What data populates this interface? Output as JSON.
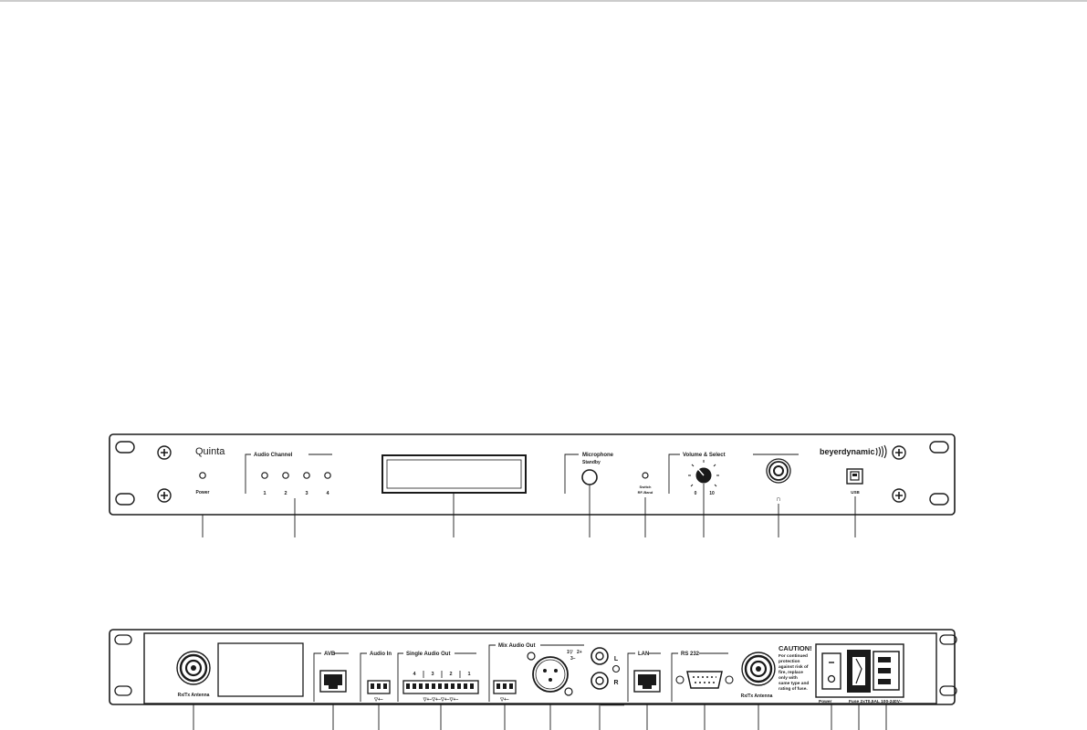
{
  "front_panel": {
    "brand_name": "Quinta",
    "power_label": "Power",
    "audio_channel_title": "Audio Channel",
    "channel_numbers": [
      "1",
      "2",
      "3",
      "4"
    ],
    "microphone_title": "Microphone",
    "microphone_subtitle": "Standby",
    "switch_label": "Switch",
    "rf_band_label": "RF-Band",
    "volume_select_title": "Volume & Select",
    "knob_min": "0",
    "knob_max": "10",
    "headphone_symbol": "∩",
    "logo_text": "beyerdynamic",
    "usb_label": "USB"
  },
  "rear_panel": {
    "left_antenna_label": "Rx/Tx Antenna",
    "right_antenna_label": "Rx/Tx Antenna",
    "avb_label": "AVB",
    "audio_in_label": "Audio In",
    "audio_in_polarity": "▽+−",
    "single_audio_out_label": "Single Audio Out",
    "single_out_channels": [
      "4",
      "3",
      "2",
      "1"
    ],
    "single_out_polarity": "▽+−▽+−▽+−▽+−",
    "mix_audio_out_label": "Mix Audio Out",
    "mix_out_polarity": "▽+−",
    "xlr_pin_labels": [
      "1▽",
      "2+",
      "3−"
    ],
    "rca_left": "L",
    "rca_right": "R",
    "lan_label": "LAN",
    "rs232_label": "RS 232",
    "caution_title": "CAUTION!",
    "caution_lines": [
      "For continued",
      "protection",
      "against risk of",
      "fire, replace",
      "only with",
      "same type and",
      "rating of fuse."
    ],
    "power_label": "Power",
    "fuse_label": "Fuse 2xT0,5AL 100-240V~"
  }
}
